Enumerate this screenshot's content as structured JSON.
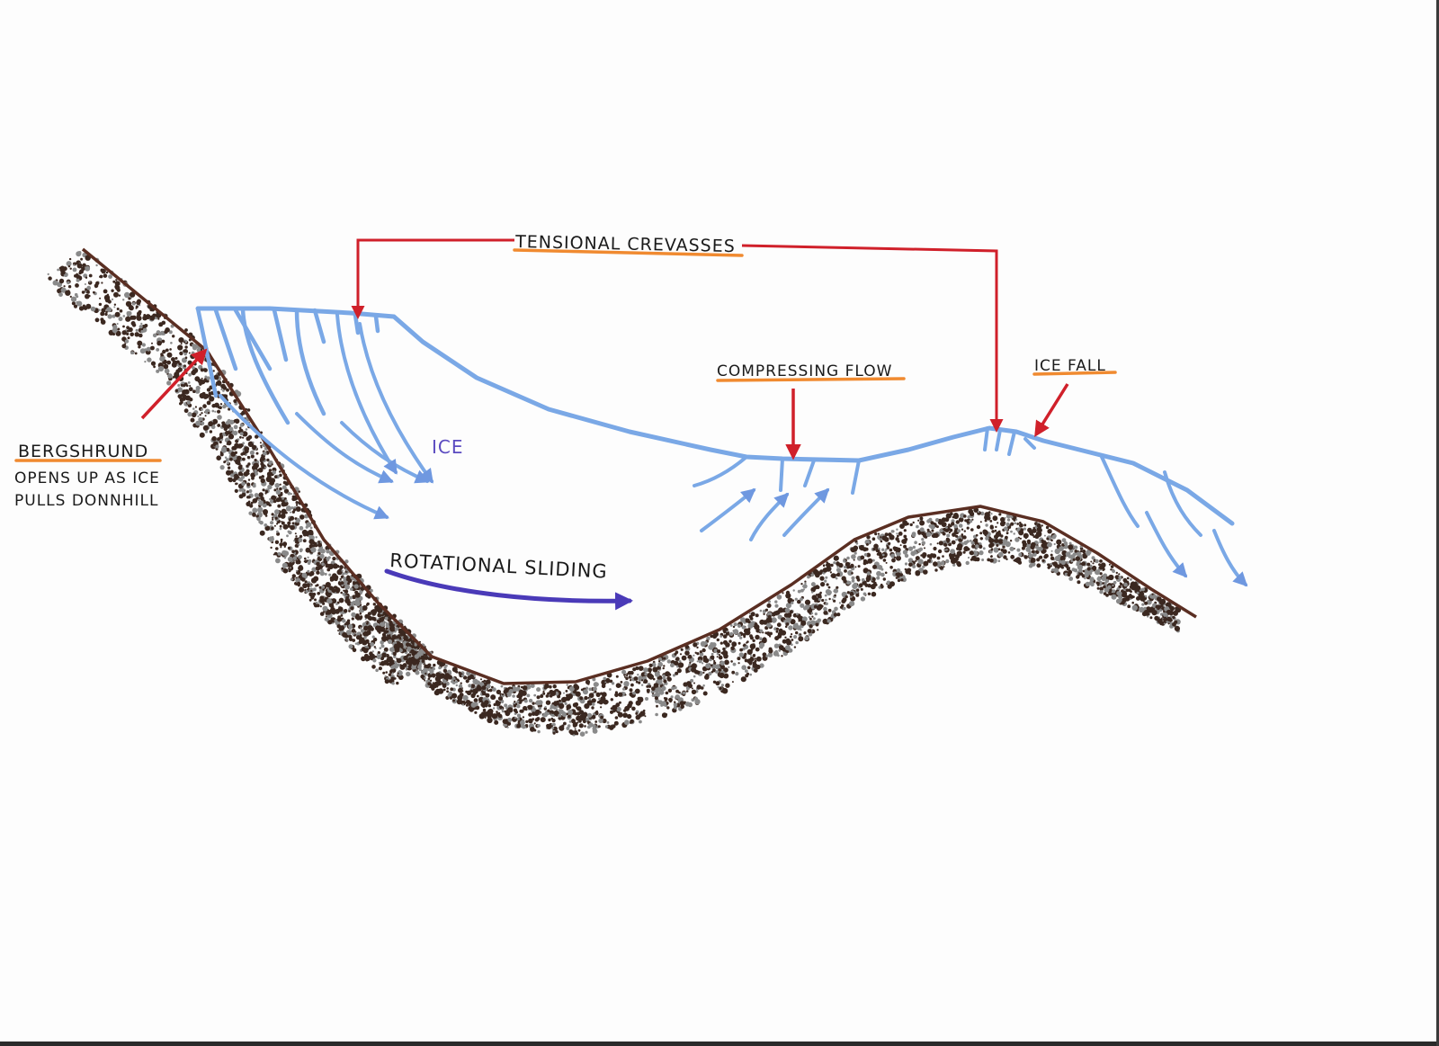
{
  "labels": {
    "tensional_crevasses": "TENSIONAL CREVASSES",
    "compressing_flow": "COMPRESSING FLOW",
    "ice_fall": "ICE FALL",
    "bergshrund": "BERGSHRUND",
    "bergshrund_note_line1": "OPENS UP AS ICE",
    "bergshrund_note_line2": "PULLS DONNHILL",
    "ice": "ICE",
    "rotational_sliding": "ROTATIONAL SLIDING"
  },
  "colors": {
    "ice": "#7aa8e6",
    "bedrock_line": "#5a2e22",
    "rock_dots": "#3b2820",
    "pointer": "#d0202a",
    "underline": "#f08a30",
    "rotation_arrow": "#4a3ab8"
  }
}
